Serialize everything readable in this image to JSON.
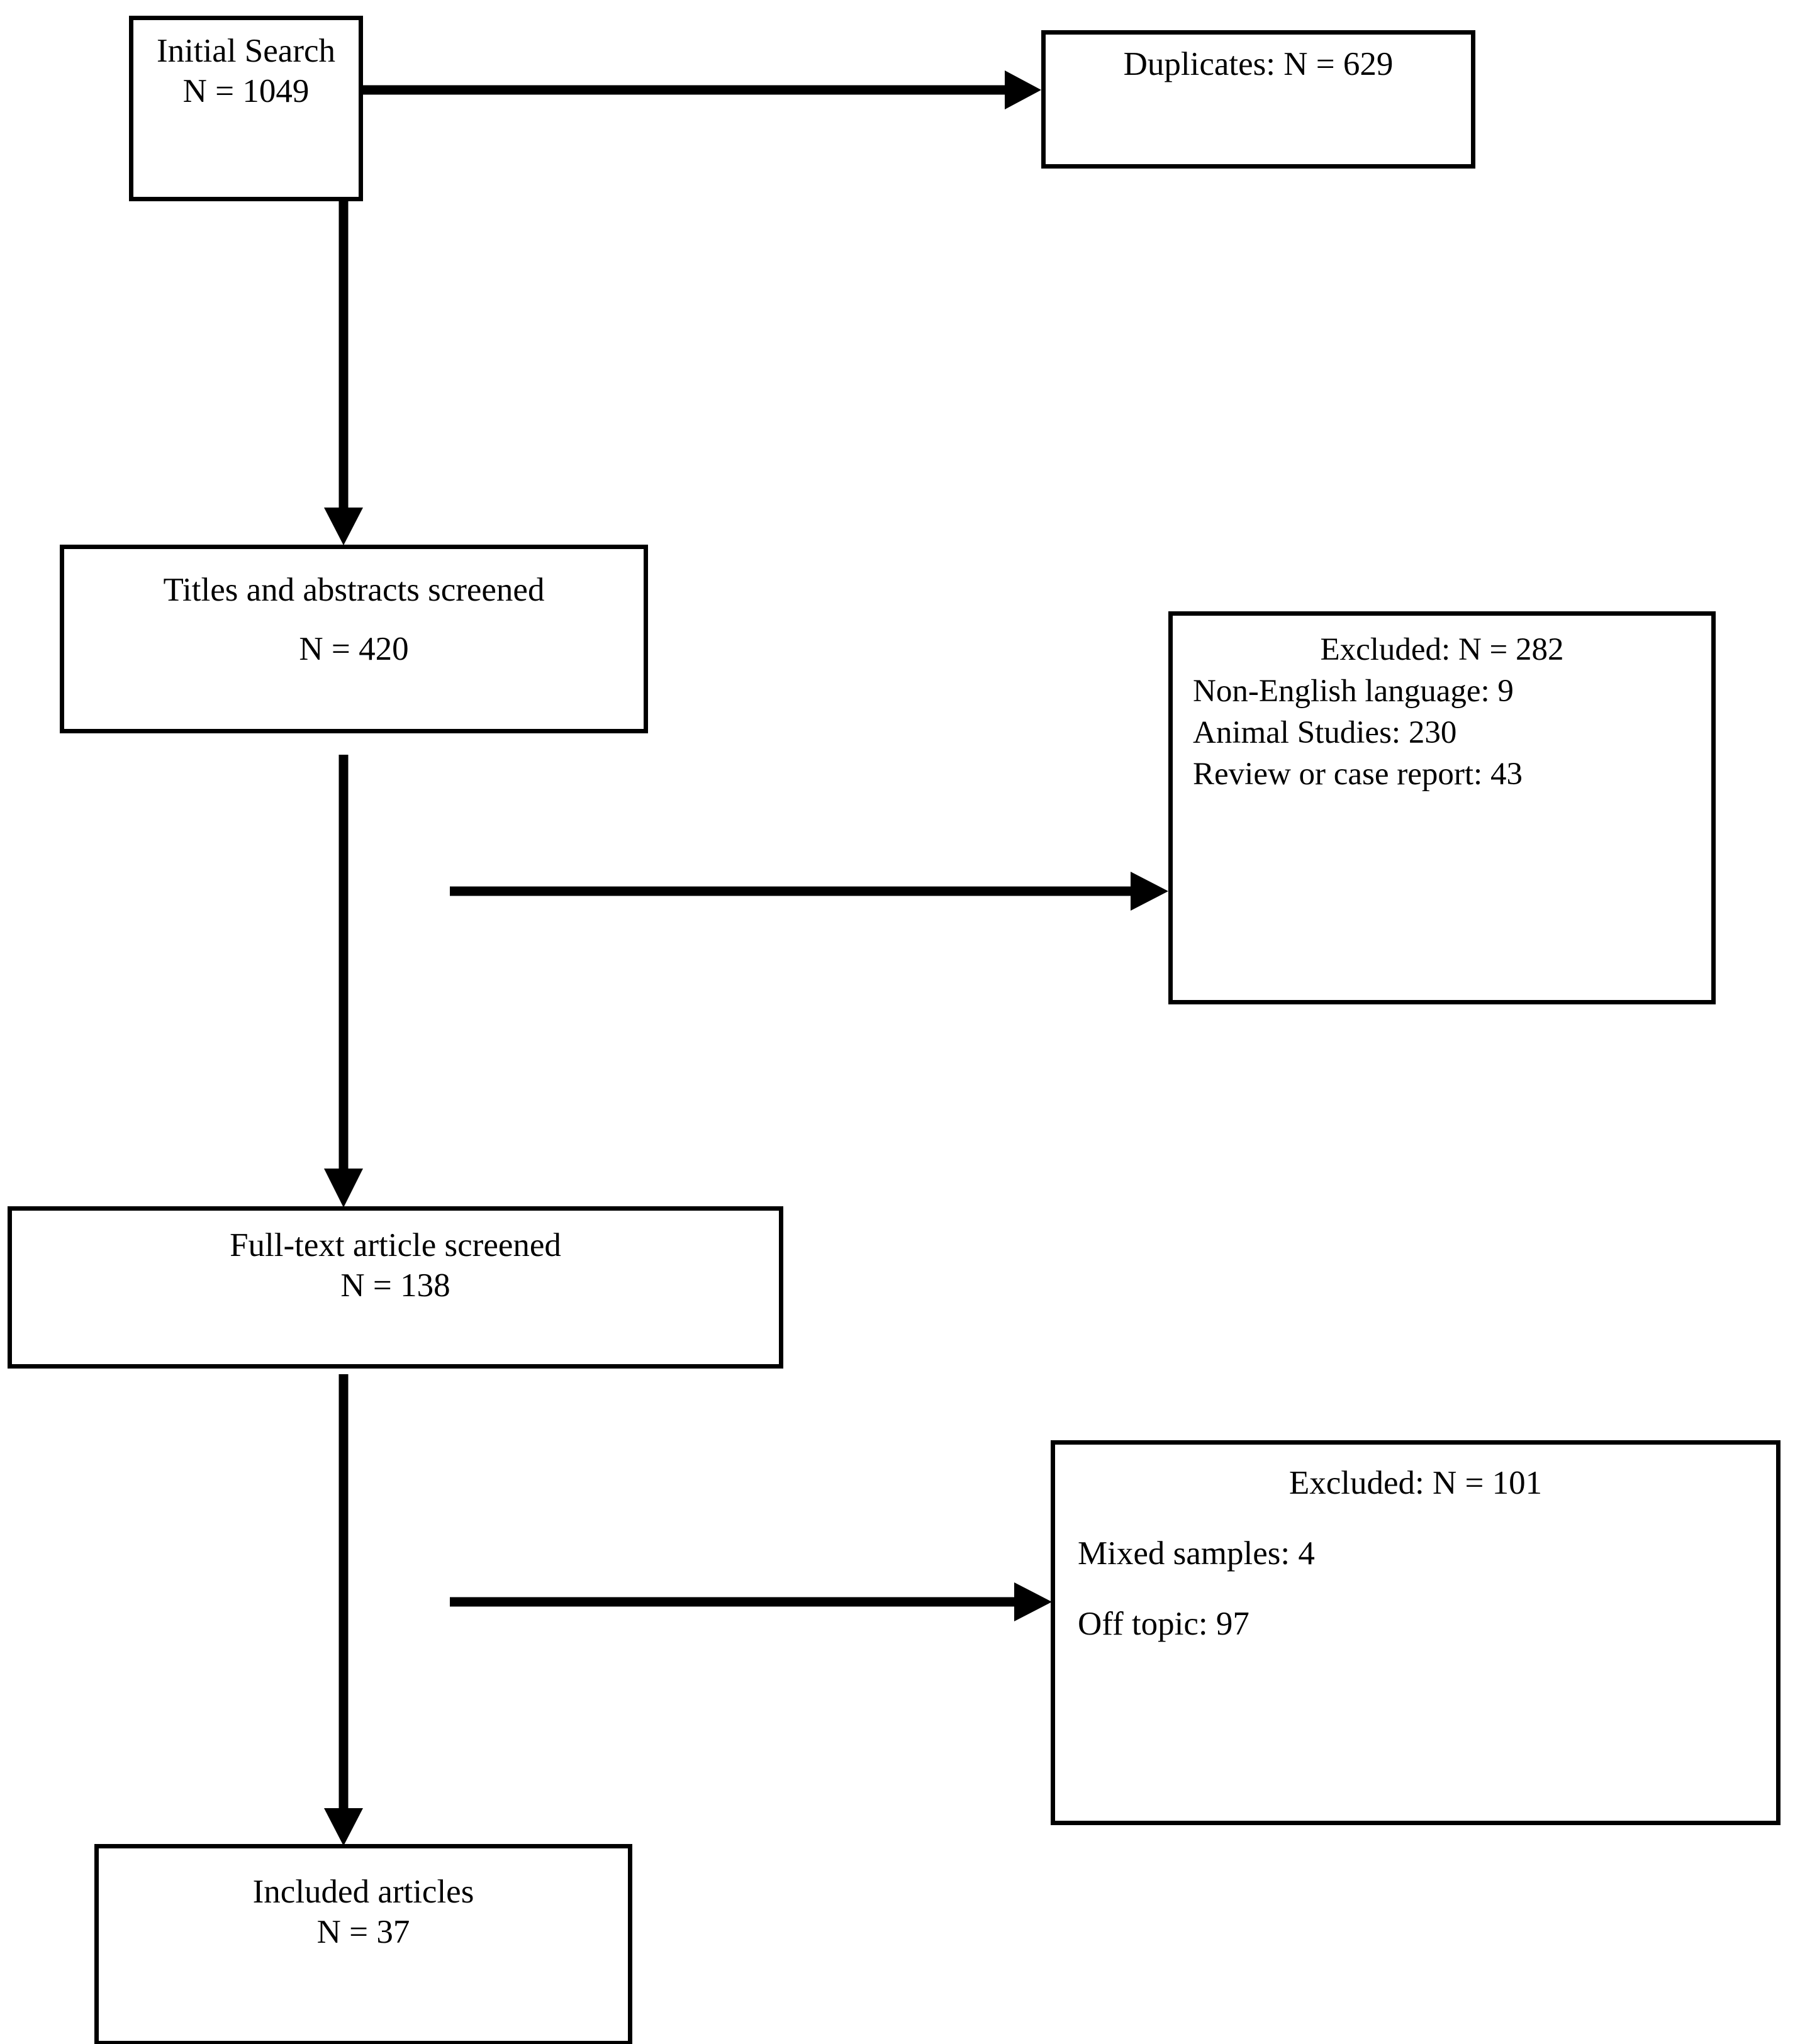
{
  "diagram": {
    "title": "PRISMA study selection flow diagram",
    "type": "flowchart",
    "stroke_color": "#000000",
    "background_color": "#ffffff",
    "nodes": [
      {
        "id": "initial_search",
        "lines": [
          "Initial Search",
          "N = 1049"
        ],
        "align": "center"
      },
      {
        "id": "duplicates",
        "lines": [
          "Duplicates: N = 629"
        ],
        "align": "center"
      },
      {
        "id": "titles_abstracts",
        "lines": [
          "Titles and abstracts screened",
          "N = 420"
        ],
        "align": "center"
      },
      {
        "id": "excluded_282",
        "lines": [
          "Excluded: N = 282",
          "Non-English language: 9",
          "Animal Studies: 230",
          "Review or case report: 43"
        ],
        "align": "mixed"
      },
      {
        "id": "fulltext",
        "lines": [
          "Full-text article screened",
          "N = 138"
        ],
        "align": "center"
      },
      {
        "id": "excluded_101",
        "lines": [
          "Excluded: N = 101",
          "Mixed samples: 4",
          "Off topic: 97"
        ],
        "align": "mixed"
      },
      {
        "id": "included",
        "lines": [
          "Included articles",
          "N = 37"
        ],
        "align": "center"
      }
    ],
    "edges": [
      {
        "id": "initial_to_duplicates",
        "from": "initial_search",
        "to": "duplicates",
        "direction": "right"
      },
      {
        "id": "initial_to_titles",
        "from": "initial_search",
        "to": "titles_abstracts",
        "direction": "down"
      },
      {
        "id": "titles_to_excluded282",
        "from": "titles_abstracts",
        "to": "excluded_282",
        "direction": "right"
      },
      {
        "id": "titles_to_fulltext",
        "from": "titles_abstracts",
        "to": "fulltext",
        "direction": "down"
      },
      {
        "id": "fulltext_to_excluded101",
        "from": "fulltext",
        "to": "excluded_101",
        "direction": "right"
      },
      {
        "id": "fulltext_to_included",
        "from": "fulltext",
        "to": "included",
        "direction": "down"
      }
    ]
  }
}
